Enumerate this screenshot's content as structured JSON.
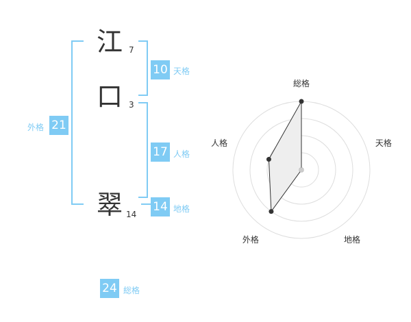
{
  "name_chars": [
    {
      "char": "江",
      "strokes": "7"
    },
    {
      "char": "口",
      "strokes": "3"
    },
    {
      "char": "翠",
      "strokes": "14"
    }
  ],
  "fortunes": {
    "tenkaku": {
      "value": "10",
      "label": "天格"
    },
    "jinkaku": {
      "value": "17",
      "label": "人格"
    },
    "chikaku": {
      "value": "14",
      "label": "地格"
    },
    "gaikaku": {
      "value": "21",
      "label": "外格"
    },
    "soukaku": {
      "value": "24",
      "label": "総格"
    }
  },
  "colors": {
    "accent": "#7fcbf4",
    "text": "#333333",
    "radar_fill": "#eeeeee",
    "ring": "#dddddd"
  },
  "chart_data": {
    "type": "radar",
    "axes": [
      "総格",
      "天格",
      "地格",
      "外格",
      "人格"
    ],
    "values": [
      5,
      1,
      1,
      4,
      3
    ],
    "max": 5,
    "rings": 4
  }
}
